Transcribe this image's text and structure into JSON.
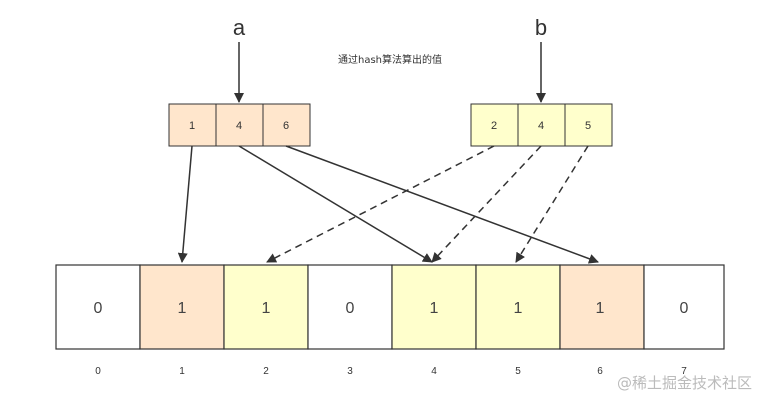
{
  "labels": {
    "a": "a",
    "b": "b"
  },
  "note": "通过hash算法算出的值",
  "hash_a": [
    "1",
    "4",
    "6"
  ],
  "hash_b": [
    "2",
    "4",
    "5"
  ],
  "bits": [
    {
      "value": "0",
      "fill": "#ffffff"
    },
    {
      "value": "1",
      "fill": "#ffe6cc"
    },
    {
      "value": "1",
      "fill": "#ffffcc"
    },
    {
      "value": "0",
      "fill": "#ffffff"
    },
    {
      "value": "1",
      "fill": "#ffffcc"
    },
    {
      "value": "1",
      "fill": "#ffffcc"
    },
    {
      "value": "1",
      "fill": "#ffe6cc"
    },
    {
      "value": "0",
      "fill": "#ffffff"
    }
  ],
  "indices": [
    "0",
    "1",
    "2",
    "3",
    "4",
    "5",
    "6",
    "7"
  ],
  "colors": {
    "a_fill": "#ffe6cc",
    "b_fill": "#ffffcc",
    "stroke": "#333333"
  },
  "watermark": "@稀土掘金技术社区"
}
